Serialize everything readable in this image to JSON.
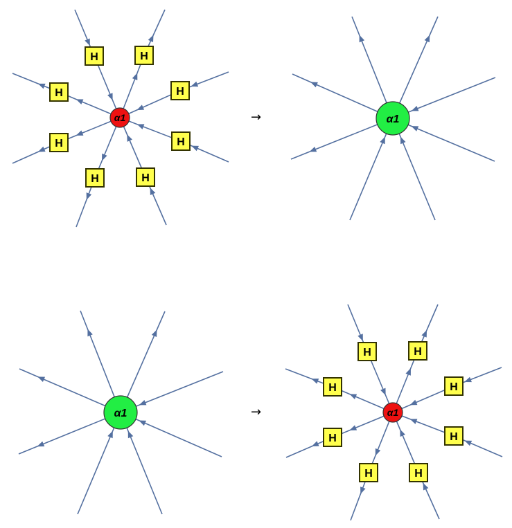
{
  "colors": {
    "edge": "#5470a0",
    "vertex_red": "#ee1111",
    "vertex_green": "#22ee44",
    "hydrogen_fill": "#ffff4d",
    "hydrogen_border": "#333300"
  },
  "transform_arrow": "→",
  "hydrogen_label": "H",
  "vertex_label": "α1",
  "rules": [
    {
      "lhs": {
        "vertex": "α1",
        "vertex_color": "red",
        "hydrogens": 8,
        "edges": 8
      },
      "rhs": {
        "vertex": "α1",
        "vertex_color": "green",
        "hydrogens": 0,
        "edges": 8
      }
    },
    {
      "lhs": {
        "vertex": "α1",
        "vertex_color": "green",
        "hydrogens": 0,
        "edges": 8
      },
      "rhs": {
        "vertex": "α1",
        "vertex_color": "red",
        "hydrogens": 8,
        "edges": 8
      }
    }
  ]
}
